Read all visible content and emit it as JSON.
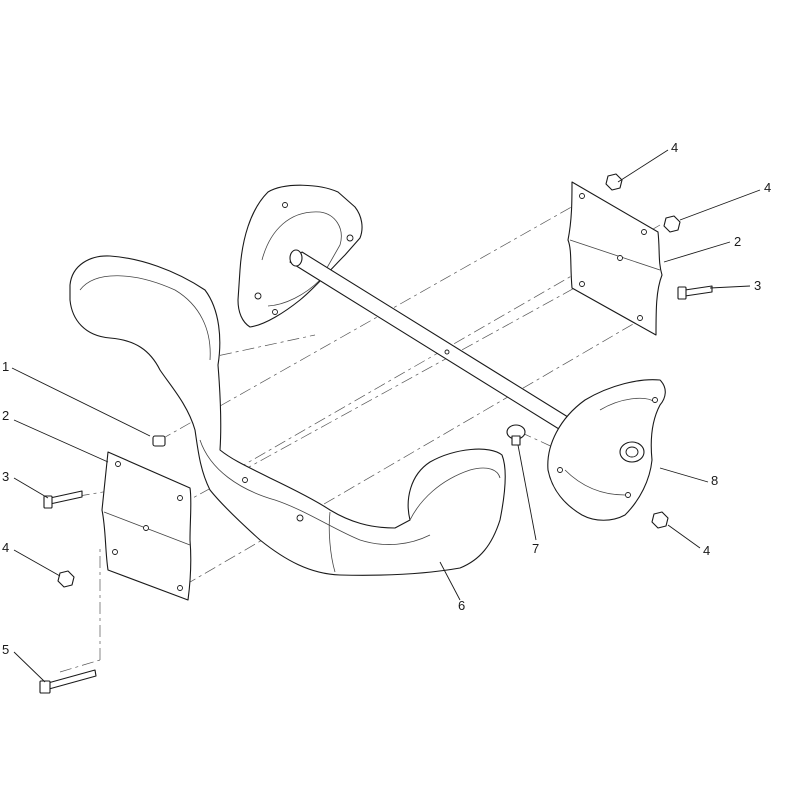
{
  "diagram": {
    "callouts": [
      "1",
      "2",
      "3",
      "4",
      "5",
      "6",
      "7",
      "8"
    ]
  }
}
